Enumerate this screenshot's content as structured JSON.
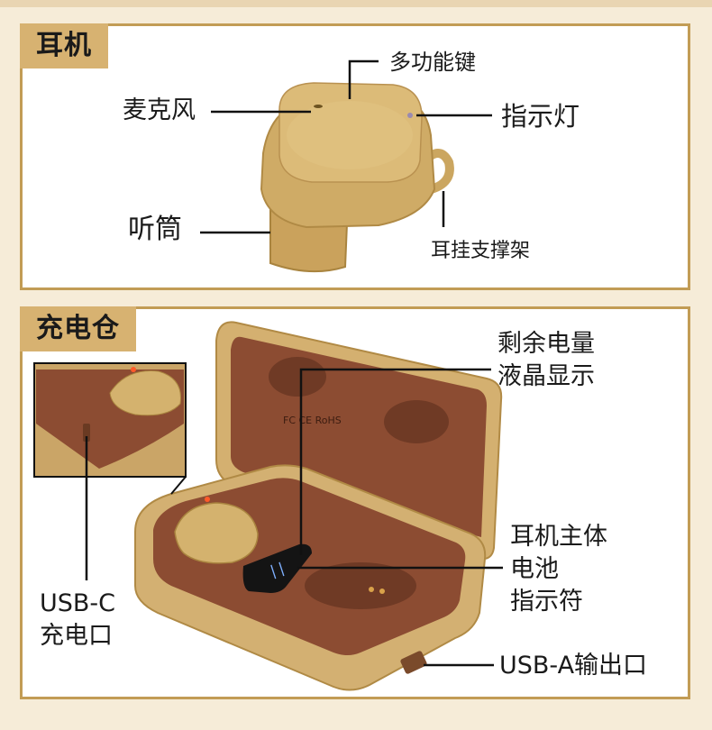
{
  "earbud_section": {
    "title": "耳机",
    "labels": {
      "multi_function_key": "多功能键",
      "microphone": "麦克风",
      "indicator_light": "指示灯",
      "earpiece": "听筒",
      "ear_hook": "耳挂支撑架"
    }
  },
  "case_section": {
    "title": "充电仓",
    "labels": {
      "battery_display_line1": "剩余电量",
      "battery_display_line2": "液晶显示",
      "earbud_battery_line1": "耳机主体",
      "earbud_battery_line2": "电池",
      "earbud_battery_line3": "指示符",
      "usbc_line1": "USB-C",
      "usbc_line2": "充电口",
      "usba_output": "USB-A输出口"
    }
  },
  "colors": {
    "frame": "#c29c55",
    "tab": "#d7b271",
    "earbud_body": "#d3b06a",
    "case_outer": "#d2b070",
    "case_inner": "#8a4b31"
  }
}
